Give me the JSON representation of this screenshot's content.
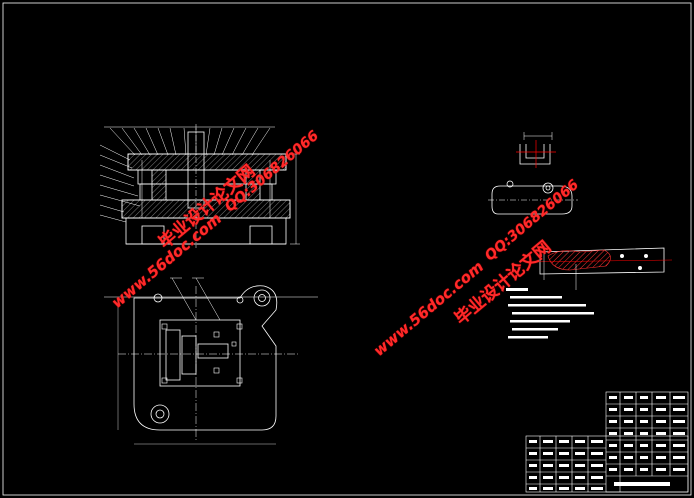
{
  "canvas": {
    "background": "#000000",
    "line_color": "#ffffff"
  },
  "watermarks": {
    "site": "www.56doc.com",
    "qq": "QQ:306826066",
    "cn": "毕业设计论文网"
  },
  "colors": {
    "watermark": "#ff2a2a",
    "hatch": "#ff3030",
    "accent_red": "#ff0000"
  }
}
